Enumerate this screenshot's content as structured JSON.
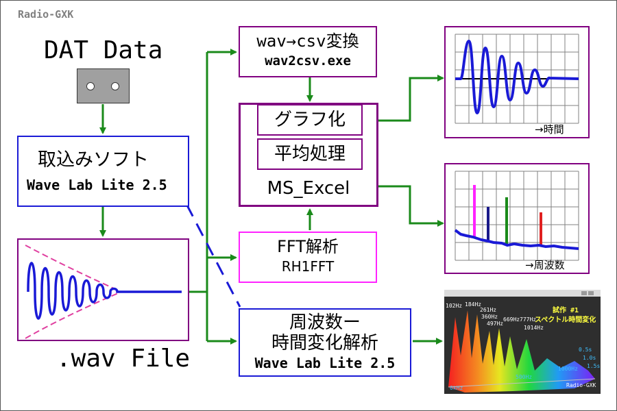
{
  "header": {
    "watermark": "Radio-GXK"
  },
  "source": {
    "title": "DAT Data"
  },
  "capture": {
    "line1": "取込みソフト",
    "line2": "Wave Lab Lite 2.5"
  },
  "wav_file": {
    "label": ".wav File"
  },
  "converter": {
    "line1": "wav→csv変換",
    "line2": "wav2csv.exe"
  },
  "excel": {
    "graph": "グラフ化",
    "average": "平均処理",
    "name": "MS_Excel"
  },
  "fft": {
    "line1": "FFT解析",
    "line2": "RH1FFT"
  },
  "timefreq": {
    "line1": "周波数ー",
    "line2": "時間変化解析",
    "line3": "Wave Lab Lite 2.5"
  },
  "time_chart": {
    "axis_note": "→時間"
  },
  "freq_chart": {
    "axis_note": "→周波数"
  },
  "spectrogram": {
    "title1": "試作 #1",
    "title2": "スペクトル時間変化",
    "peaks": [
      "102Hz",
      "184Hz",
      "261Hz",
      "360Hz",
      "497Hz",
      "669Hz",
      "777Hz",
      "1014Hz"
    ],
    "freq_ticks": [
      "0kHz",
      "500Hz",
      "1000Hz"
    ],
    "time_ticks": [
      "0.5s",
      "1.0s",
      "1.5s"
    ],
    "credit": "Radio-GXK"
  },
  "colors": {
    "line": "#1a8a1a",
    "blue": "#1a1ad6",
    "purple": "#800080",
    "magenta": "#ff22ff"
  }
}
